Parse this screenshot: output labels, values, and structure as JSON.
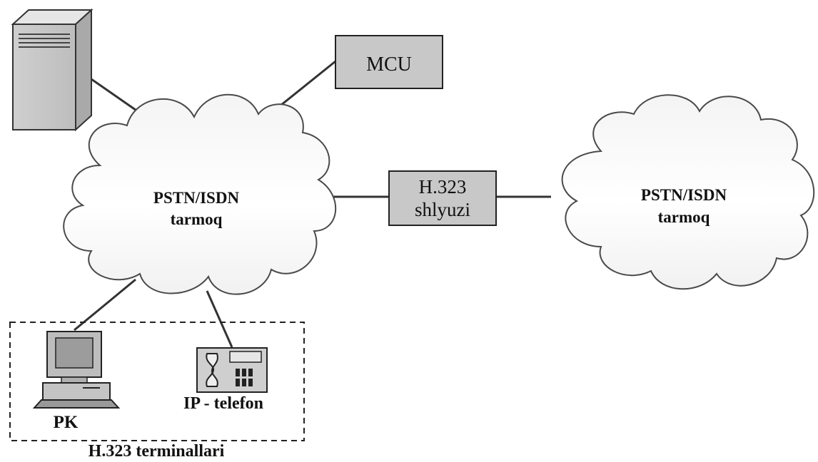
{
  "clouds": {
    "left": {
      "line1": "PSTN/ISDN",
      "line2": "tarmoq"
    },
    "right": {
      "line1": "PSTN/ISDN",
      "line2": "tarmoq"
    }
  },
  "mcu": {
    "label": "MCU"
  },
  "gateway": {
    "line1": "H.323",
    "line2": "shlyuzi"
  },
  "terminals": {
    "pc_label": "PK",
    "phone_label": "IP - telefon",
    "group_label": "H.323 terminallari"
  },
  "colors": {
    "box_fill": "#c8c8c8",
    "cloud_edge": "#4a4a4a",
    "line": "#333333"
  },
  "icons": [
    "server-icon",
    "pc-icon",
    "ip-phone-icon"
  ]
}
